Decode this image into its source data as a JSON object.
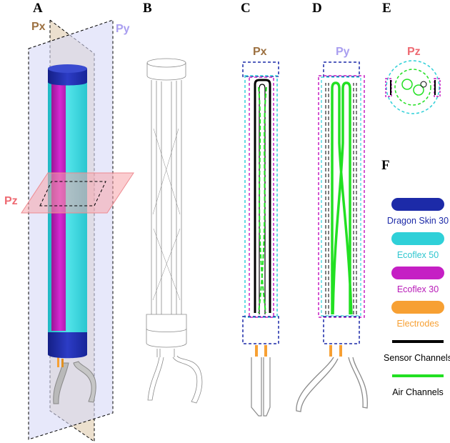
{
  "panels": {
    "a": "A",
    "b": "B",
    "c": "C",
    "d": "D",
    "e": "E",
    "f": "F"
  },
  "planes": {
    "px": "Px",
    "py": "Py",
    "pz": "Pz"
  },
  "legend": [
    {
      "label": "Dragon Skin 30",
      "color": "#1c2aa8",
      "kind": "swatch"
    },
    {
      "label": "Ecoflex 50",
      "color": "#2fd0d8",
      "kind": "swatch"
    },
    {
      "label": "Ecoflex 30",
      "color": "#c51fc4",
      "kind": "swatch"
    },
    {
      "label": "Electrodes",
      "color": "#f7a033",
      "kind": "swatch"
    },
    {
      "label": "Sensor Channels",
      "color": "#000000",
      "kind": "line"
    },
    {
      "label": "Air Channels",
      "color": "#22e022",
      "kind": "line"
    }
  ],
  "colors": {
    "px": "#9c7040",
    "py": "#a99ef0",
    "pz": "#ee6a72",
    "dragon_skin": "#1c2aa8",
    "ecoflex50": "#2fd0d8",
    "ecoflex30": "#c51fc4",
    "electrodes": "#f7a033",
    "sensor": "#000000",
    "air": "#22e022"
  }
}
